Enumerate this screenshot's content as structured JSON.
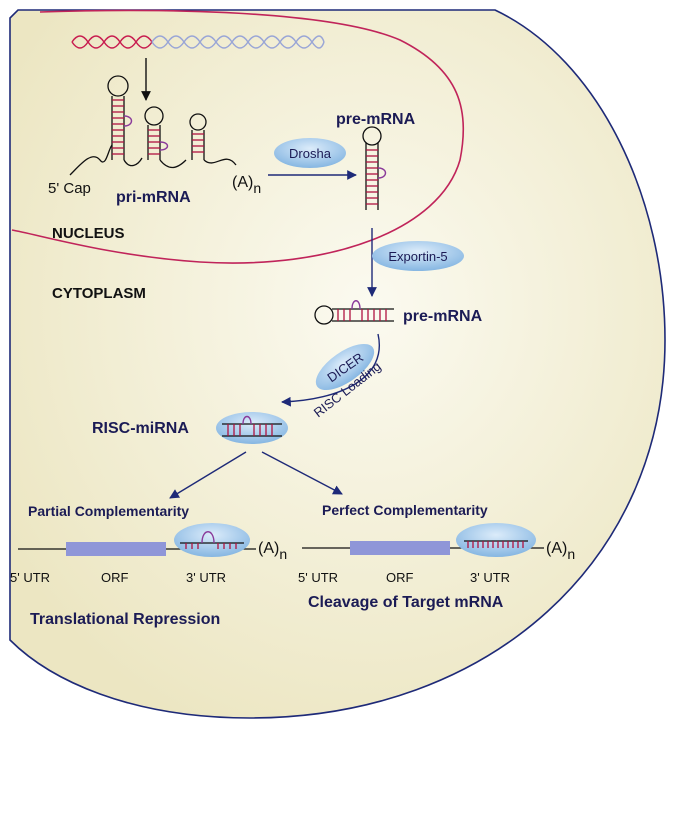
{
  "labels": {
    "nucleus": "NUCLEUS",
    "cytoplasm": "CYTOPLASM",
    "pri_mrna": "pri-mRNA",
    "five_cap": "5' Cap",
    "poly_a": "(A)",
    "poly_a_sub": "n",
    "pre_mrna_nucleus": "pre-mRNA",
    "pre_mrna_cytoplasm": "pre-mRNA",
    "drosha": "Drosha",
    "exportin": "Exportin-5",
    "dicer": "DICER",
    "risc_loading": "RISC Loading",
    "risc_mirna": "RISC-miRNA",
    "partial": "Partial Complementarity",
    "perfect": "Perfect Complementarity",
    "left_utr5": "5' UTR",
    "left_orf": "ORF",
    "left_utr3": "3' UTR",
    "left_polya": "(A)",
    "left_polya_sub": "n",
    "right_utr5": "5' UTR",
    "right_orf": "ORF",
    "right_utr3": "3' UTR",
    "right_polya": "(A)",
    "right_polya_sub": "n",
    "translational_repression": "Translational Repression",
    "cleavage": "Cleavage of Target mRNA"
  },
  "colors": {
    "cell_fill": "#f3efd3",
    "cell_border": "#1e2a78",
    "nucleus_border": "#c0245a",
    "dark_text": "#1b1b55",
    "rna_red": "#b01240",
    "rna_purple": "#8a3a9a",
    "enzyme_blue": "#9cc6ea",
    "orf_bar": "#8f96d8",
    "dna_red": "#c81e50",
    "dna_blue": "#9aa6d6"
  }
}
